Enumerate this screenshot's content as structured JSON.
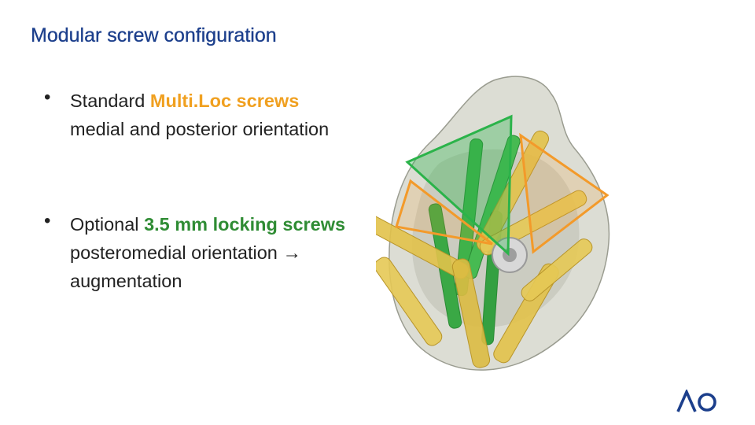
{
  "slide": {
    "title": "Modular screw configuration",
    "bullets": [
      {
        "marker": "•",
        "text_before": "Standard ",
        "highlight": "Multi.Loc screws",
        "text_after": "medial and posterior orientation",
        "highlight_color": "#f0a020"
      },
      {
        "marker": "•",
        "text_before": "Optional ",
        "highlight": "3.5 mm locking screws",
        "text_after": " posteromedial orientation ",
        "arrow": "→",
        "text_end": "augmentation",
        "highlight_color": "#2f8c34"
      }
    ]
  },
  "figure": {
    "icon": "proximal-humerus-screw-construct",
    "colors": {
      "bone": "#c9cbbd",
      "multiloc_screws": "#e2c24a",
      "locking_screws": "#3fb24a",
      "orange_outline": "#f39a2a",
      "green_triangle": "#2bb34a"
    }
  },
  "logo": {
    "text": "AO",
    "color": "#1c3f8c"
  }
}
